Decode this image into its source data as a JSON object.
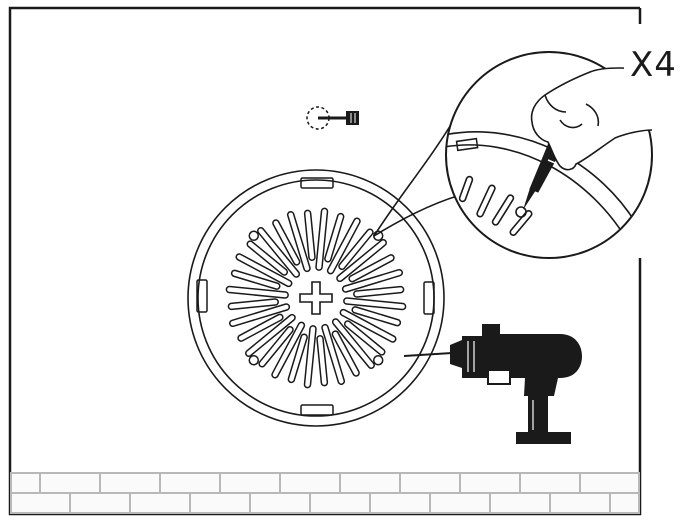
{
  "diagram": {
    "multiplier_label": "X4",
    "callout_badge": "X4",
    "ink_color": "#1a1a1a",
    "background_color": "#ffffff",
    "slot_count": 32,
    "screw_hole_count": 4,
    "icons": [
      "screw-icon",
      "drill-icon",
      "marker-pen-icon",
      "hand-icon"
    ]
  }
}
